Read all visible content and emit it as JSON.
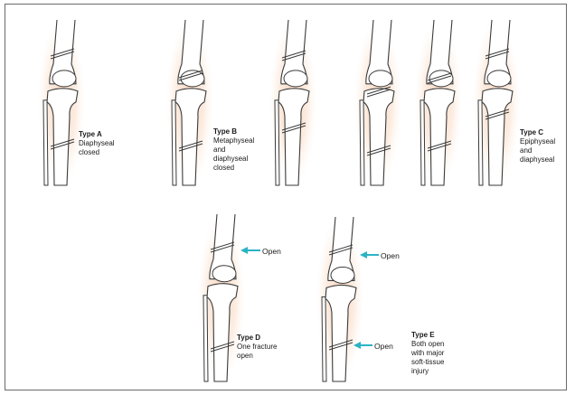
{
  "panels": [
    {
      "id": "a",
      "type": "Type A",
      "desc": "Diaphyseal\nclosed"
    },
    {
      "id": "b",
      "type": "Type B",
      "desc": "Metaphyseal\nand\ndiaphyseal\nclosed"
    },
    {
      "id": "c",
      "type": "Type C",
      "desc": "Epiphyseal\nand\ndiaphyseal"
    },
    {
      "id": "d",
      "type": "Type D",
      "desc": "One fracture\nopen"
    },
    {
      "id": "e",
      "type": "Type E",
      "desc": "Both open\nwith major\nsoft-tissue\ninjury"
    }
  ],
  "arrows": {
    "open_label": "Open",
    "color": "#2bb3c4"
  },
  "colors": {
    "bone_outline": "#3a3a3a",
    "soft_tissue": "#f4b38a",
    "frame": "#6a6a6a"
  }
}
